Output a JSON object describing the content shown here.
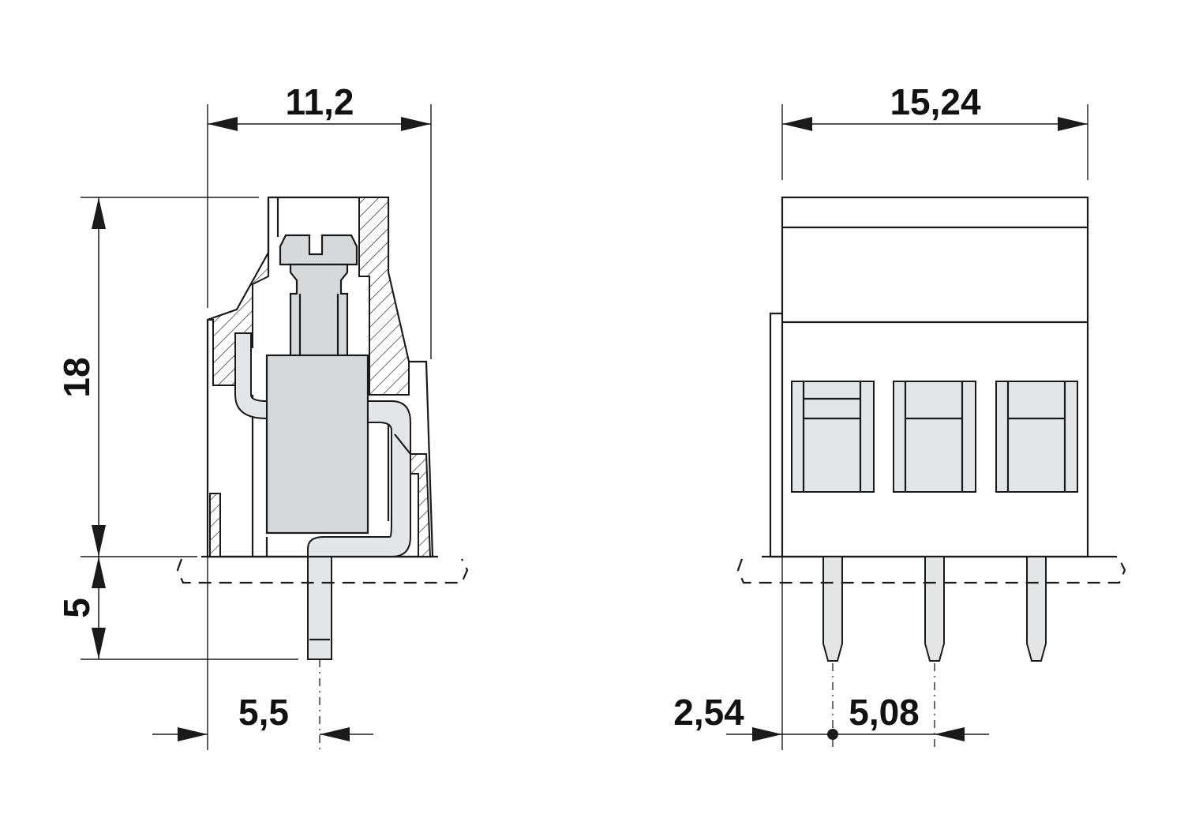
{
  "dimensions": {
    "side_width": "11,2",
    "front_width": "15,24",
    "height": "18",
    "pin_length": "5",
    "pin_offset": "5,5",
    "front_offset": "2,54",
    "pitch": "5,08"
  }
}
